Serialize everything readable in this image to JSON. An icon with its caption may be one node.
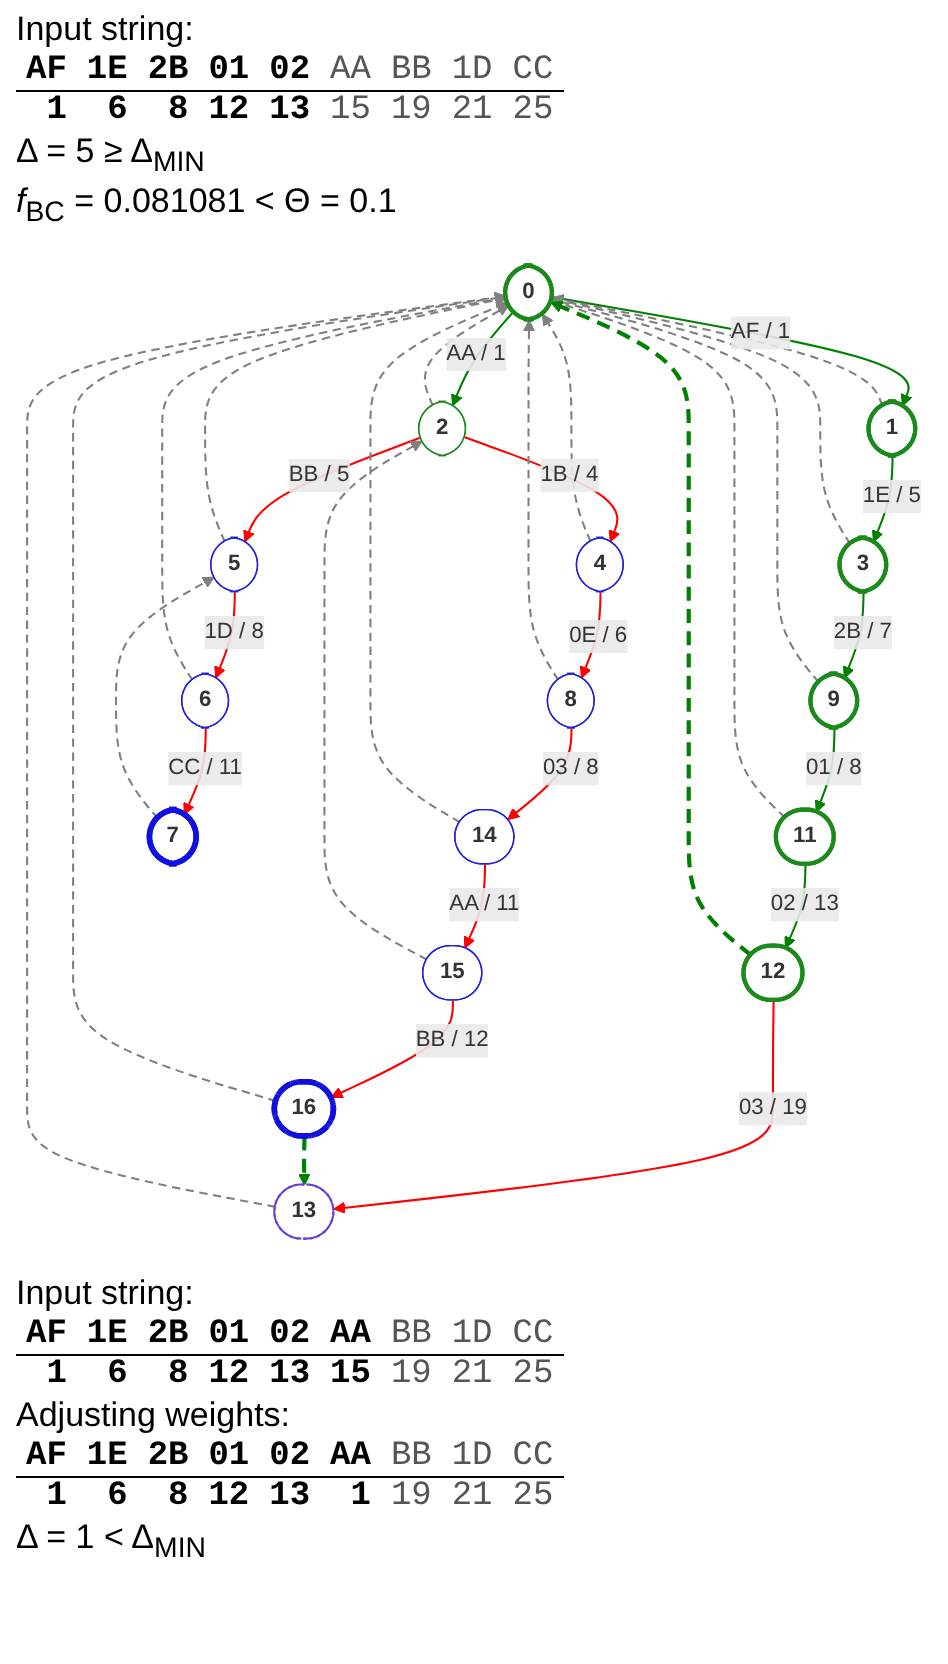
{
  "diagram": {
    "nodes": [
      {
        "text": [
          "0"
        ]
      },
      {
        "text": [
          "1"
        ]
      },
      {
        "text": [
          "2"
        ]
      },
      {
        "text": [
          "3"
        ]
      },
      {
        "text": [
          "4"
        ]
      },
      {
        "text": [
          "5"
        ]
      },
      {
        "text": [
          "9"
        ]
      },
      {
        "text": [
          "8"
        ]
      },
      {
        "text": [
          "6"
        ]
      },
      {
        "text": [
          "11"
        ]
      },
      {
        "text": [
          "14"
        ]
      },
      {
        "text": [
          "7"
        ]
      },
      {
        "text": [
          "12"
        ]
      },
      {
        "text": [
          "15"
        ]
      },
      {
        "text": [
          "13"
        ]
      },
      {
        "text": [
          "16"
        ]
      }
    ],
    "edges": [
      {
        "from": 0,
        "to": 1,
        "arrow": "to",
        "label": "AF / 1",
        "color": "#008000"
      },
      {
        "from": 0,
        "to": 2,
        "arrow": "to",
        "label": "AA / 1",
        "color": "#008000"
      },
      {
        "from": 1,
        "to": 3,
        "arrow": "to",
        "label": "1E / 5",
        "color": "#008000"
      },
      {
        "from": 2,
        "to": 4,
        "arrow": "to",
        "label": "1B / 4",
        "color": "#ff0000"
      },
      {
        "from": 2,
        "to": 5,
        "arrow": "to",
        "label": "BB / 5",
        "color": "#ff0000"
      },
      {
        "from": 3,
        "to": 6,
        "arrow": "to",
        "label": "2B / 7",
        "color": "#008000"
      },
      {
        "from": 4,
        "to": 7,
        "arrow": "to",
        "label": "0E / 6",
        "color": "#ff0000"
      },
      {
        "from": 5,
        "to": 8,
        "arrow": "to",
        "label": "1D / 8",
        "color": "#ff0000"
      },
      {
        "from": 6,
        "to": 9,
        "arrow": "to",
        "label": "01 / 8",
        "color": "#008000"
      },
      {
        "from": 7,
        "to": 10,
        "arrow": "to",
        "label": "03 / 8",
        "color": "#ff0000"
      },
      {
        "from": 8,
        "to": 11,
        "arrow": "to",
        "label": "CC / 11",
        "color": "#ff0000"
      },
      {
        "from": 9,
        "to": 12,
        "arrow": "to",
        "label": "02 / 13",
        "color": "#008000"
      },
      {
        "from": 10,
        "to": 13,
        "arrow": "to",
        "label": "AA / 11",
        "color": "#ff0000"
      },
      {
        "from": 12,
        "to": 14,
        "arrow": "to",
        "label": "03 / 19",
        "color": "#ff0000"
      },
      {
        "from": 13,
        "to": 15,
        "arrow": "to",
        "label": "BB / 12",
        "color": "#ff0000"
      },
      {
        "from": 1,
        "to": 0,
        "arrow": "to",
        "style": "dashed"
      },
      {
        "from": 2,
        "to": 0,
        "arrow": "to",
        "style": "dashed"
      },
      {
        "from": 3,
        "to": 0,
        "arrow": "to",
        "style": "dashed"
      },
      {
        "from": 4,
        "to": 0,
        "arrow": "to",
        "style": "dashed"
      },
      {
        "from": 5,
        "to": 0,
        "arrow": "to",
        "style": "dashed"
      },
      {
        "from": 6,
        "to": 0,
        "arrow": "to",
        "style": "dashed"
      },
      {
        "from": 7,
        "to": 0,
        "arrow": "to",
        "style": "dashed"
      },
      {
        "from": 8,
        "to": 0,
        "arrow": "to",
        "style": "dashed"
      },
      {
        "from": 9,
        "to": 0,
        "arrow": "to",
        "style": "dashed"
      },
      {
        "from": 10,
        "to": 0,
        "arrow": "to",
        "style": "dashed"
      },
      {
        "from": 11,
        "to": 5,
        "arrow": "to",
        "style": "dashed"
      },
      {
        "from": 12,
        "to": 0,
        "arrow": "to",
        "style": "dashed",
        "color": "#008000"
      },
      {
        "from": 13,
        "to": 2,
        "arrow": "to",
        "style": "dashed"
      },
      {
        "from": 14,
        "to": 0,
        "arrow": "to",
        "style": "dashed"
      },
      {
        "from": 15,
        "to": 0,
        "arrow": "to",
        "style": "dashed"
      },
      {
        "from": 15,
        "to": 14,
        "arrow": "to",
        "style": "dashed",
        "color": "#008000"
      }
    ],
    "labels": [
      "Input string:",
      "AF",
      "1E",
      "2B",
      "01",
      "02",
      "AA",
      "BB",
      "1D",
      "CC",
      "1",
      "6",
      "8",
      "12",
      "13",
      "15",
      "19",
      "21",
      "25",
      "Δ = 5 ≥ Δ$_{MIN}$",
      "*f*$_{BC}$ = 0.081081 < Θ = 0.1",
      "Input string:",
      "AF",
      "1E",
      "2B",
      "01",
      "02",
      "AA",
      "BB",
      "1D",
      "CC",
      "1",
      "6",
      "8",
      "12",
      "13",
      "15",
      "19",
      "21",
      "25",
      "Adjusting weights:",
      "AF",
      "1E",
      "2B",
      "01",
      "02",
      "AA",
      "BB",
      "1D",
      "CC",
      "1",
      "6",
      "8",
      "12",
      "13",
      "1",
      "19",
      "21",
      "25",
      "Δ = 1 < Δ$_{MIN}$"
    ]
  }
}
